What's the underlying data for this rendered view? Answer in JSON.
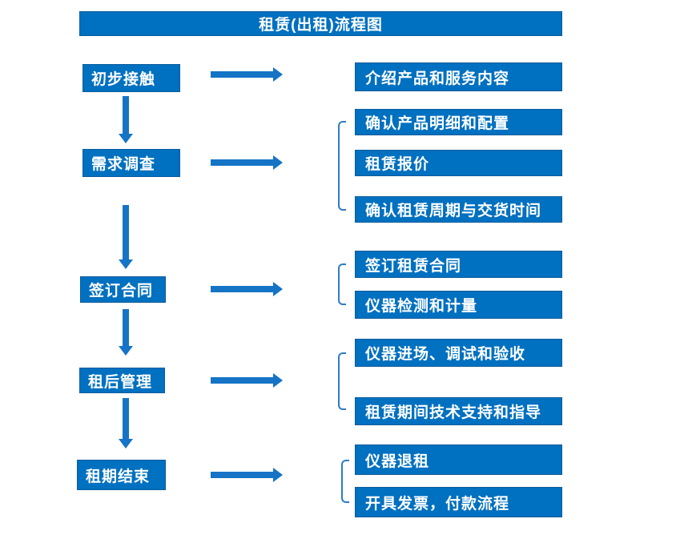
{
  "flowchart": {
    "title": "租赁(出租)流程图",
    "steps": [
      {
        "label": "初步接触",
        "outputs": [
          "介绍产品和服务内容"
        ]
      },
      {
        "label": "需求调查",
        "outputs": [
          "确认产品明细和配置",
          "租赁报价",
          "确认租赁周期与交货时间"
        ]
      },
      {
        "label": "签订合同",
        "outputs": [
          "签订租赁合同",
          "仪器检测和计量"
        ]
      },
      {
        "label": "租后管理",
        "outputs": [
          "仪器进场、调试和验收",
          "租赁期间技术支持和指导"
        ]
      },
      {
        "label": "租期结束",
        "outputs": [
          "仪器退租",
          "开具发票，付款流程"
        ]
      }
    ],
    "colors": {
      "box_fill": "#0070c0",
      "arrow": "#1574c5",
      "bracket": "#2e7cc3",
      "text": "#ffffff",
      "background": "#ffffff"
    }
  }
}
